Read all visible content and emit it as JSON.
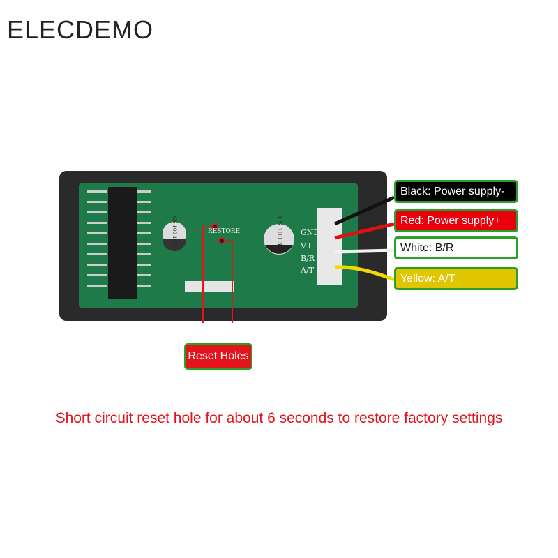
{
  "brand": "ELECDEMO",
  "board": {
    "restore": "RESTORE",
    "cap_small": "CS 100 10V",
    "cap_large": "CS 100 35V",
    "pins": [
      "GND",
      "V+",
      "B/R",
      "A/T"
    ]
  },
  "wires": [
    {
      "label": "Black: Power supply-",
      "bg": "#000000",
      "fg": "#ffffff",
      "wire": "#111111"
    },
    {
      "label": "Red: Power supply+",
      "bg": "#e8000d",
      "fg": "#ffffff",
      "wire": "#e01010"
    },
    {
      "label": "White: B/R",
      "bg": "#ffffff",
      "fg": "#111111",
      "wire": "#f2f2f2"
    },
    {
      "label": "Yellow: A/T",
      "bg": "#e0c600",
      "fg": "#ffffff",
      "wire": "#f0d800"
    }
  ],
  "reset_label": "Reset Holes",
  "caption": "Short circuit reset hole for about 6 seconds to restore factory settings"
}
